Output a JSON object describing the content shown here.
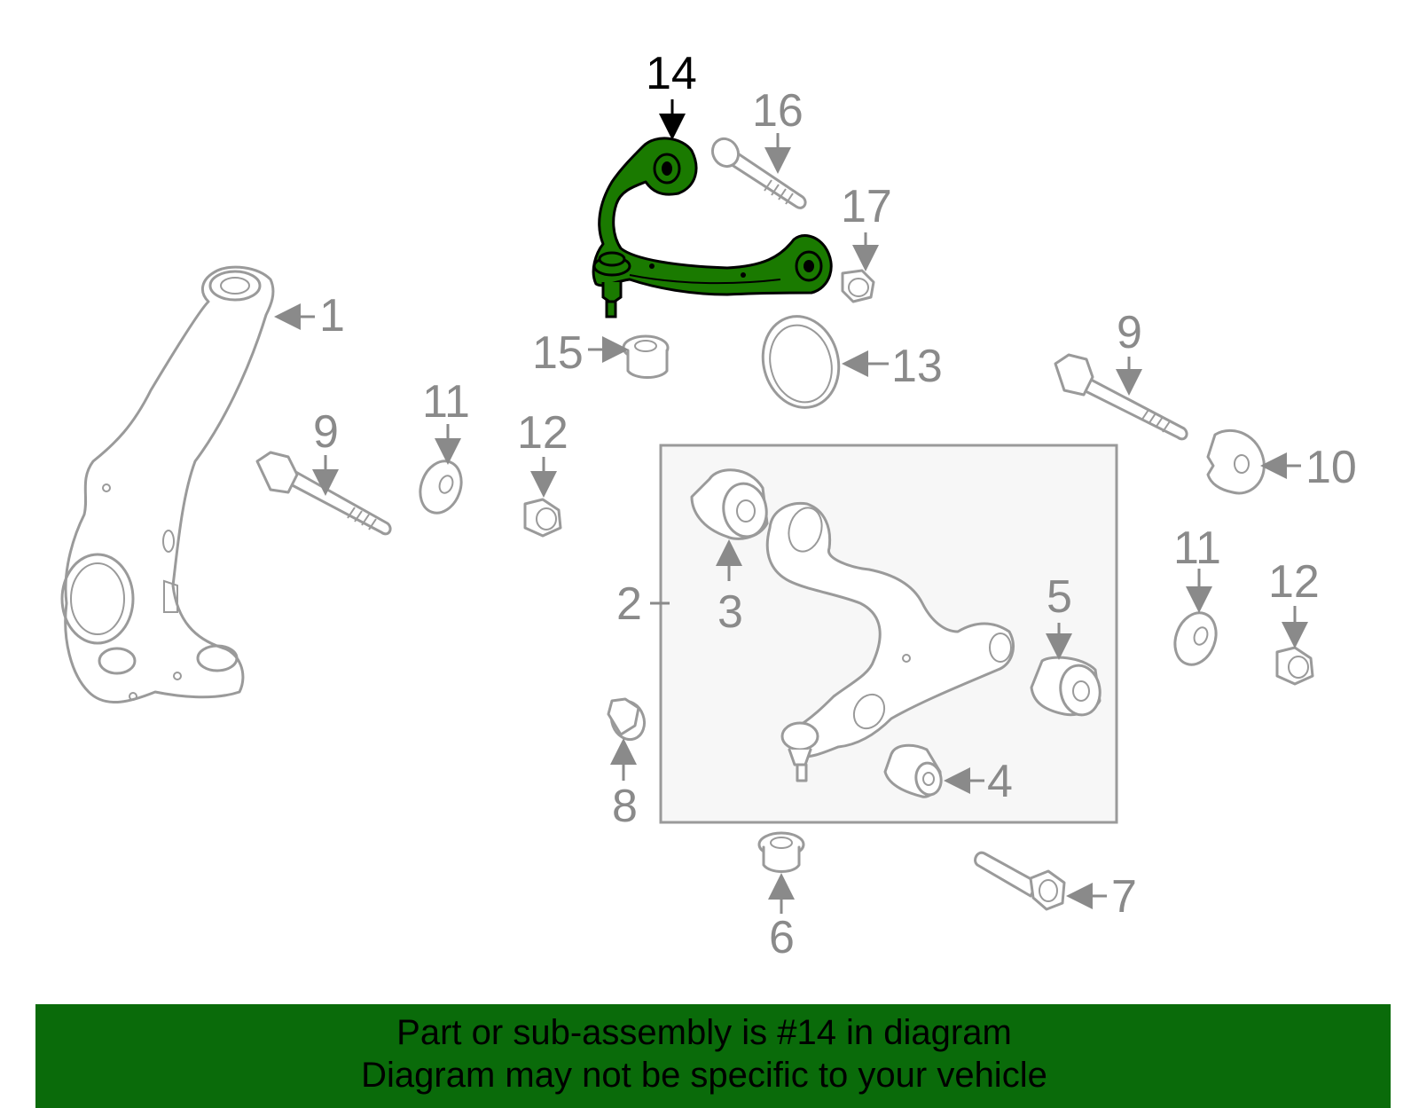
{
  "diagram": {
    "highlight_color": "#1a7a00",
    "callouts": [
      {
        "id": "c1",
        "text": "1"
      },
      {
        "id": "c2",
        "text": "2"
      },
      {
        "id": "c3",
        "text": "3"
      },
      {
        "id": "c4",
        "text": "4"
      },
      {
        "id": "c5",
        "text": "5"
      },
      {
        "id": "c6",
        "text": "6"
      },
      {
        "id": "c7",
        "text": "7"
      },
      {
        "id": "c8",
        "text": "8"
      },
      {
        "id": "c9a",
        "text": "9"
      },
      {
        "id": "c9b",
        "text": "9"
      },
      {
        "id": "c10",
        "text": "10"
      },
      {
        "id": "c11a",
        "text": "11"
      },
      {
        "id": "c11b",
        "text": "11"
      },
      {
        "id": "c12a",
        "text": "12"
      },
      {
        "id": "c12b",
        "text": "12"
      },
      {
        "id": "c13",
        "text": "13"
      },
      {
        "id": "c14",
        "text": "14"
      },
      {
        "id": "c15",
        "text": "15"
      },
      {
        "id": "c16",
        "text": "16"
      },
      {
        "id": "c17",
        "text": "17"
      }
    ]
  },
  "footer": {
    "background": "#0a6b0a",
    "line1": "Part or sub-assembly is #14 in diagram",
    "line2": "Diagram may not be specific to your vehicle"
  }
}
